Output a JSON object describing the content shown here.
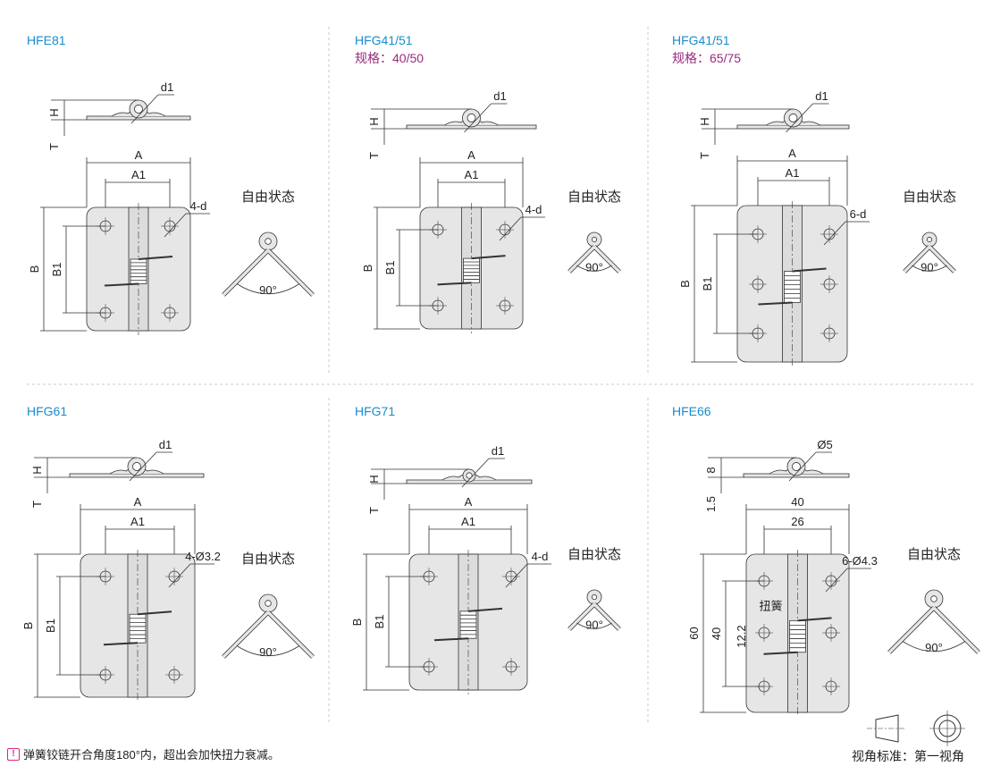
{
  "panels": [
    {
      "title": "HFE81",
      "subtitle": "",
      "d": "d1",
      "H": "H",
      "T": "T",
      "A": "A",
      "A1": "A1",
      "B": "B",
      "B1": "B1",
      "holes": "4-d",
      "free_state": "自由状态",
      "angle": "90°"
    },
    {
      "title": "HFG41/51",
      "subtitle": "规格：40/50",
      "d": "d1",
      "H": "H",
      "T": "T",
      "A": "A",
      "A1": "A1",
      "B": "B",
      "B1": "B1",
      "holes": "4-d",
      "free_state": "自由状态",
      "angle": "90°"
    },
    {
      "title": "HFG41/51",
      "subtitle": "规格：65/75",
      "d": "d1",
      "H": "H",
      "T": "T",
      "A": "A",
      "A1": "A1",
      "B": "B",
      "B1": "B1",
      "holes": "6-d",
      "free_state": "自由状态",
      "angle": "90°"
    },
    {
      "title": "HFG61",
      "subtitle": "",
      "d": "d1",
      "H": "H",
      "T": "T",
      "A": "A",
      "A1": "A1",
      "B": "B",
      "B1": "B1",
      "holes": "4-Ø3.2",
      "free_state": "自由状态",
      "angle": "90°"
    },
    {
      "title": "HFG71",
      "subtitle": "",
      "d": "d1",
      "H": "H",
      "T": "T",
      "A": "A",
      "A1": "A1",
      "B": "B",
      "B1": "B1",
      "holes": "4-d",
      "free_state": "自由状态",
      "angle": "90°"
    },
    {
      "title": "HFE66",
      "subtitle": "",
      "d": "Ø5",
      "H": "8",
      "T": "1.5",
      "A": "40",
      "A1": "26",
      "B": "60",
      "B1": "40",
      "spring_h": "12.2",
      "spring_label": "扭簧",
      "holes": "6-Ø4.3",
      "free_state": "自由状态",
      "angle": "90°"
    }
  ],
  "footer": {
    "note": "弹簧铰链开合角度180°内，超出会加快扭力衰减。",
    "view_standard": "视角标准：第一视角"
  },
  "colors": {
    "title": "#1a8ccc",
    "subtitle": "#9a2a7e",
    "plate": "#e6e6e6",
    "line": "#333333",
    "warning": "#e0237a"
  }
}
